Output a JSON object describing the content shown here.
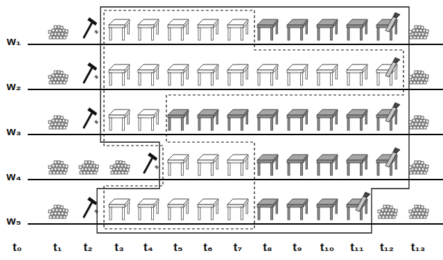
{
  "diagram": {
    "labels": [
      "w₁",
      "w₂",
      "w₃",
      "w₄",
      "w₅",
      "t₀",
      "t₁",
      "t₂",
      "t₃",
      "t₄",
      "t₅",
      "t₆",
      "t₇",
      "t₈",
      "t₉",
      "t₁₀",
      "t₁₁",
      "t₁₂",
      "t₁₃"
    ]
  }
}
